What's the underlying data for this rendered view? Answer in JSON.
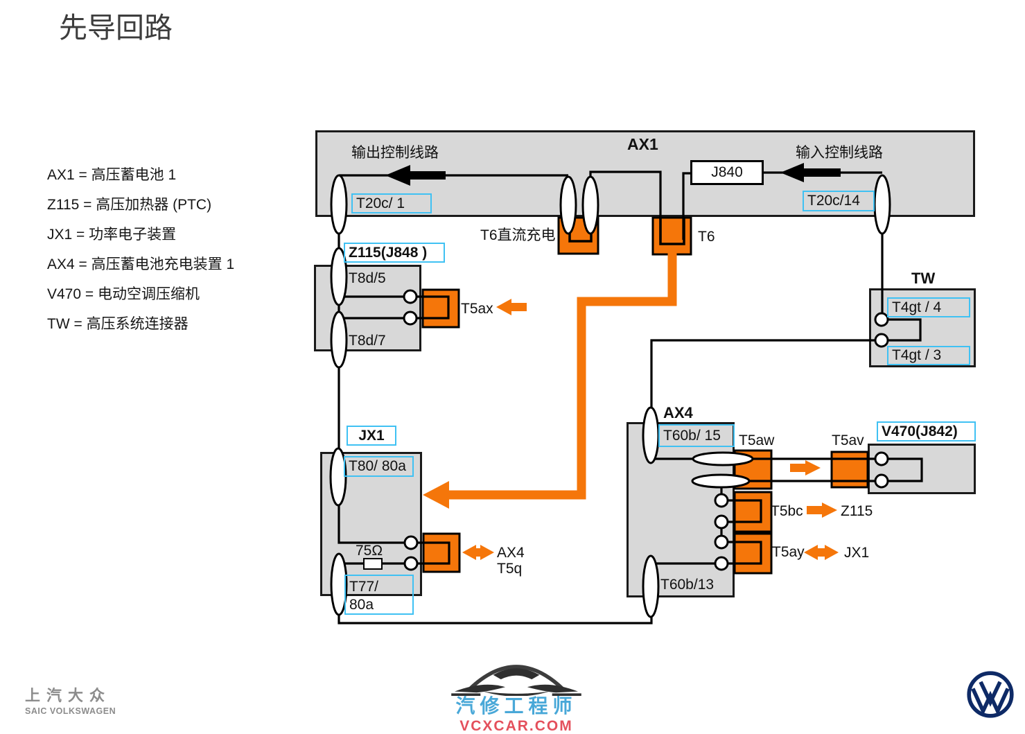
{
  "title": "先导回路",
  "legend": {
    "items": [
      {
        "text": "AX1 = 高压蓄电池 1"
      },
      {
        "text": "Z115 = 高压加热器 (PTC)"
      },
      {
        "text": "JX1 = 功率电子装置"
      },
      {
        "text": "AX4 = 高压蓄电池充电装置 1"
      },
      {
        "text": "V470 = 电动空调压缩机"
      },
      {
        "text": "TW = 高压系统连接器"
      }
    ]
  },
  "colors": {
    "box_gray": "#d8d8d8",
    "accent_orange": "#f5760a",
    "label_cyan": "#3fc1f3",
    "vw_navy": "#0e2a66",
    "watermark_blue": "#49a8d8",
    "watermark_red": "#e4505c"
  },
  "diagram": {
    "ax1": {
      "title": "AX1",
      "output_label": "输出控制线路",
      "input_label": "输入控制线路",
      "relay": "J840",
      "pin_left": "T20c/ 1",
      "pin_right": "T20c/14",
      "t6dc_label": "T6直流充电",
      "t6_label": "T6"
    },
    "z115": {
      "title": "Z115(J848 )",
      "pin_top": "T8d/5",
      "pin_bottom": "T8d/7",
      "connector": "T5ax"
    },
    "tw": {
      "title": "TW",
      "pin_top": "T4gt / 4",
      "pin_bottom": "T4gt / 3"
    },
    "jx1": {
      "title": "JX1",
      "pin_top": "T80/ 80a",
      "pin_bottom_line1": "T77/",
      "pin_bottom_line2": "80a",
      "resistor": "75Ω",
      "arrow_target": "AX4",
      "connector": "T5q"
    },
    "ax4": {
      "title": "AX4",
      "pin_top": "T60b/ 15",
      "pin_bottom": "T60b/13",
      "conn_t5aw": "T5aw",
      "conn_t5av": "T5av",
      "conn_t5bc": "T5bc",
      "t5bc_target": "Z115",
      "conn_t5ay": "T5ay",
      "t5ay_target": "JX1"
    },
    "v470": {
      "title": "V470(J842)"
    }
  },
  "footer": {
    "brand_cn": "上汽大众",
    "brand_en": "SAIC VOLKSWAGEN",
    "watermark_cn": "汽修工程师",
    "watermark_url": "VCXCAR.COM"
  }
}
